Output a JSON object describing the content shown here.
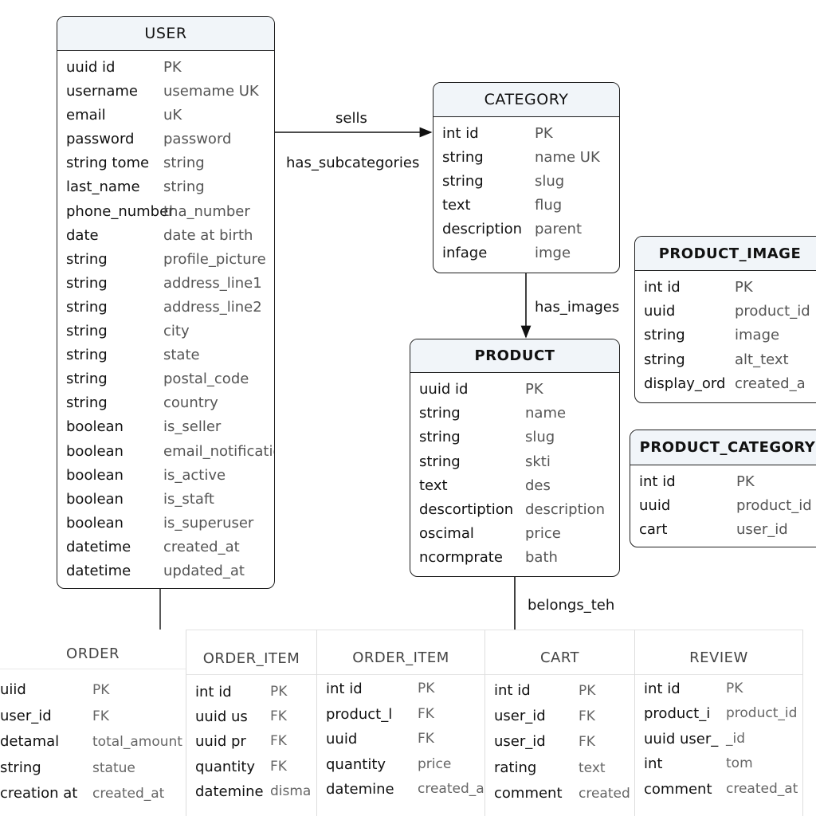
{
  "relationships": {
    "sells": "sells",
    "has_subcategories": "has_subcategories",
    "has_images": "has_images",
    "belongs_to": "belongs_teh"
  },
  "entities": {
    "user": {
      "title": "USER",
      "rows": [
        {
          "t": "uuid id",
          "n": "PK"
        },
        {
          "t": "username",
          "n": "usemame UK"
        },
        {
          "t": "email",
          "n": "uK"
        },
        {
          "t": "password",
          "n": "password"
        },
        {
          "t": "string tome",
          "n": "string"
        },
        {
          "t": "last_name",
          "n": "string"
        },
        {
          "t": "phone_number",
          "n": "tha_number"
        },
        {
          "t": "date",
          "n": "date at birth"
        },
        {
          "t": "string",
          "n": "profile_picture"
        },
        {
          "t": "string",
          "n": "address_line1"
        },
        {
          "t": "string",
          "n": "address_line2"
        },
        {
          "t": "string",
          "n": "city"
        },
        {
          "t": "string",
          "n": "state"
        },
        {
          "t": "string",
          "n": "postal_code"
        },
        {
          "t": "string",
          "n": "country"
        },
        {
          "t": "boolean",
          "n": "is_seller"
        },
        {
          "t": "boolean",
          "n": "email_notifications"
        },
        {
          "t": "boolean",
          "n": "is_active"
        },
        {
          "t": "boolean",
          "n": "is_staft"
        },
        {
          "t": "boolean",
          "n": "is_superuser"
        },
        {
          "t": "datetime",
          "n": "created_at"
        },
        {
          "t": "datetime",
          "n": "updated_at"
        }
      ]
    },
    "category": {
      "title": "CATEGORY",
      "rows": [
        {
          "t": "int id",
          "n": "PK"
        },
        {
          "t": "string",
          "n": "name UK"
        },
        {
          "t": "string",
          "n": "slug"
        },
        {
          "t": "text",
          "n": "flug"
        },
        {
          "t": "description",
          "n": "parent"
        },
        {
          "t": "infage",
          "n": "imge"
        }
      ]
    },
    "product": {
      "title": "PRODUCT",
      "rows": [
        {
          "t": "uuid id",
          "n": "PK"
        },
        {
          "t": "string",
          "n": "name"
        },
        {
          "t": "string",
          "n": "slug"
        },
        {
          "t": "string",
          "n": "skti"
        },
        {
          "t": "text",
          "n": "des"
        },
        {
          "t": "descortiption",
          "n": "description"
        },
        {
          "t": "oscimal",
          "n": "price"
        },
        {
          "t": "ncormprate",
          "n": "bath"
        }
      ]
    },
    "product_image": {
      "title": "PRODUCT_IMAGE",
      "rows": [
        {
          "t": "int id",
          "n": "PK"
        },
        {
          "t": "uuid",
          "n": "product_id"
        },
        {
          "t": "string",
          "n": "image"
        },
        {
          "t": "string",
          "n": "alt_text"
        },
        {
          "t": "display_ord",
          "n": "created_a"
        }
      ]
    },
    "product_category": {
      "title": "PRODUCT_CATEGORY",
      "rows": [
        {
          "t": "int id",
          "n": "PK"
        },
        {
          "t": "uuid",
          "n": "product_id"
        },
        {
          "t": "cart",
          "n": "user_id"
        }
      ]
    },
    "order": {
      "title": "ORDER",
      "rows": [
        {
          "t": "uiid",
          "n": "PK"
        },
        {
          "t": "user_id",
          "n": "FK"
        },
        {
          "t": "detamal",
          "n": "total_amount"
        },
        {
          "t": "string",
          "n": "statue"
        },
        {
          "t": "creation at",
          "n": "created_at"
        }
      ]
    },
    "order_item_1": {
      "title": "ORDER_ITEM",
      "rows": [
        {
          "t": "int id",
          "n": "PK"
        },
        {
          "t": "uuid us",
          "n": "FK"
        },
        {
          "t": "uuid pr",
          "n": "FK"
        },
        {
          "t": "quantity",
          "n": "FK"
        },
        {
          "t": "datemine",
          "n": "disma"
        }
      ]
    },
    "order_item_2": {
      "title": "ORDER_ITEM",
      "rows": [
        {
          "t": "int id",
          "n": "PK"
        },
        {
          "t": "product_l",
          "n": "FK"
        },
        {
          "t": "uuid",
          "n": "FK"
        },
        {
          "t": "quantity",
          "n": "price"
        },
        {
          "t": "datemine",
          "n": "created_a"
        }
      ]
    },
    "cart": {
      "title": "CART",
      "rows": [
        {
          "t": "int id",
          "n": "PK"
        },
        {
          "t": "user_id",
          "n": "FK"
        },
        {
          "t": "user_id",
          "n": "FK"
        },
        {
          "t": "rating",
          "n": "text"
        },
        {
          "t": "comment",
          "n": "created"
        }
      ]
    },
    "review": {
      "title": "REVIEW",
      "rows": [
        {
          "t": "int id",
          "n": "PK"
        },
        {
          "t": "product_i",
          "n": "product_id"
        },
        {
          "t": "uuid user_",
          "n": "_id"
        },
        {
          "t": "int",
          "n": "tom"
        },
        {
          "t": "comment",
          "n": "created_at"
        }
      ]
    }
  }
}
